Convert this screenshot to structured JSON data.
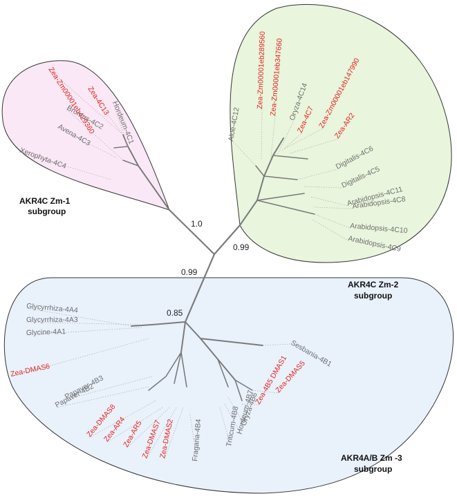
{
  "colors": {
    "zea_label": "#e5261f",
    "other_label": "#6e6e6e",
    "branch": "#7a7a7a",
    "zm1_fill": "#fbe8f6",
    "zm2_fill": "#e9f5dc",
    "zm3_fill": "#e9f1fb",
    "outline": "#333333"
  },
  "groups": {
    "zm1": {
      "line1": "AKR4C Zm-1",
      "line2": "subgroup"
    },
    "zm2": {
      "line1": "AKR4C Zm-2",
      "line2": "subgroup"
    },
    "zm3": {
      "line1": "AKR4A/B Zm -3",
      "line2": "subgroup"
    }
  },
  "support_values": [
    "1.0",
    "0.99",
    "0.99",
    "0.85"
  ],
  "leaves": {
    "zm1": [
      "Zea-Zm00001eb429360",
      "Zea-4C13",
      "Hordeum-4C1",
      "Bromus-4C2",
      "Avena-4C3",
      "Xerophyta-4C4"
    ],
    "zm2": [
      "Aloe-4C12",
      "Zea-Zm00001eb289560",
      "Zea-Zm00001eb347660",
      "Oryza-4C14",
      "Zea-4C7",
      "Zea-Zm00001eb147990",
      "Zea-AR2",
      "Digitalis-4C6",
      "Digitalis-4C5",
      "Arabidopsis-4C11",
      "Arabidopsis-4C8",
      "Arabidopsis-4C10",
      "Arabidopsis-4C9"
    ],
    "zm3": [
      "Glycyrrhiza-4A4",
      "Glycyrrhiza-4A3",
      "Glycine-4A1",
      "Zea-DMAS6",
      "Papaver-4B3",
      "Papaver-4B2",
      "Zea-DMAS8",
      "Zea-AR4",
      "Zea-AR5",
      "Zea-DMAS7",
      "Zea-DMAS2",
      "Fragaria-4B4",
      "Triticum-4B8",
      "Hordeum-4B7",
      "Oryza-4B6",
      "Zea-4B5 DMAS1",
      "Zea-DMAS5",
      "Sesbania-4B1"
    ]
  }
}
